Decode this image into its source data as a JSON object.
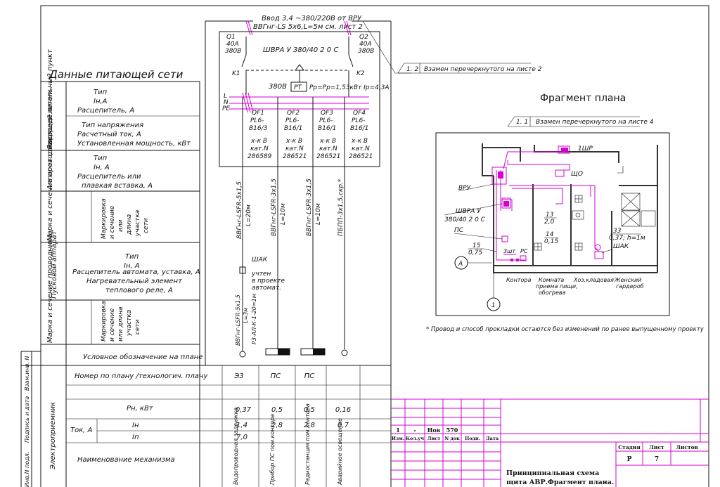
{
  "header": {
    "input_line1": "Ввод 3,4 ~380/220В  от ВРУ",
    "input_line2": "ВВГнг-LS 5х6,L=5м см. лист 2"
  },
  "switches": {
    "q1": [
      "Q1",
      "40А",
      "380В"
    ],
    "q2": [
      "Q2",
      "40А",
      "380В"
    ],
    "k1": "K1",
    "k2": "K2",
    "panel": "ШВРА У 380/40 2 0 С",
    "voltage": "380В",
    "rt": "PT",
    "power": "Рр=Рр=1,53кВт Iр=4,3А"
  },
  "buses": [
    "L",
    "N",
    "PE"
  ],
  "breakers": [
    {
      "name": "QF1",
      "type": "PL6-",
      "rating": "B16/3",
      "contact": "х-к В",
      "kat": "кат.N",
      "num": "286589"
    },
    {
      "name": "QF2",
      "type": "PL6-",
      "rating": "B16/1",
      "contact": "х-к В",
      "kat": "кат.N",
      "num": "286521"
    },
    {
      "name": "QF3",
      "type": "PL6-",
      "rating": "B16/1",
      "contact": "х-к В",
      "kat": "кат.N",
      "num": "286521"
    },
    {
      "name": "QF4",
      "type": "PL6-",
      "rating": "B16/1",
      "contact": "х-к В",
      "kat": "кат.N",
      "num": "286521"
    }
  ],
  "cables": [
    [
      "ВВГнг-LSFR-5х1,5",
      "L=20м"
    ],
    [
      "ВВГнг-LSFR-3х1,5",
      "L=10м"
    ],
    [
      "ВВГнг-LSFR-3х1,5",
      "L=10м"
    ],
    [
      "ПБПП-3х1,5,скр.*"
    ]
  ],
  "shak": {
    "label": "ШАК",
    "note1": "учтен",
    "note2": "в проекте",
    "note3": "автомат.",
    "cable": "ВВГнг-LSFR-5х1,5",
    "len": "L=3м",
    "sub": "Р3-АЛ-К-1-20=1м"
  },
  "revision1": {
    "num": "1. 2",
    "text": "Взамен перечеркнутого на листе 2"
  },
  "revision2": {
    "num": "1. 1",
    "text": "Взамен перечеркнутого на листе 4"
  },
  "table": {
    "title": "Данные питающей сети",
    "groups": [
      "Распределительный пункт",
      "Аппарат отходящей линии",
      "Марка и сечение проводника",
      "Пусковой аппарат",
      "Марка и сечение проводника",
      "Электроприемник"
    ],
    "g1": [
      "Тип",
      "Iн,А",
      "Расцепитель, А",
      "Тип напряжения",
      "Расчетный ток, А",
      "Установленная мощность, кВт"
    ],
    "g2": [
      "Тип",
      "Iн, А",
      "Расцепитель или",
      "плавкая вставка, А"
    ],
    "g3": [
      "Маркировка",
      "и сечение",
      "или",
      "длина",
      "участка",
      "сети"
    ],
    "g4": [
      "Тип",
      "Iн, А",
      "Расцепитель автомата, уставка, А",
      "Нагревательный элемент",
      "теплового реле, А"
    ],
    "g5": [
      "Маркировка",
      "и сечение",
      "или длина",
      "участка",
      "сети"
    ],
    "legend": "Условное обозначение на плане",
    "plan_no": "Номер по плану /технологич. плану",
    "pn": "Рн, кВт",
    "tok": "Ток, А",
    "in": "Iн",
    "ip": "Iп",
    "mech": "Наименование механизма",
    "plan_values": [
      "Э3",
      "ПС",
      "ПС"
    ],
    "pn_values": [
      "0,37",
      "0,5",
      "0,5",
      "0,16"
    ],
    "in_values": [
      "1,4",
      "2,8",
      "2,8",
      "0,7"
    ],
    "ip_values": [
      "7,0"
    ],
    "mech_values": [
      "Водопроводная задвижка",
      "Прибор ПС пом.контора",
      "Радиостанция пом.контора",
      "Аварийное освещение"
    ]
  },
  "side_stamps": [
    "Инв.N подл.",
    "Подпись и дата",
    "Взам.инв. N"
  ],
  "plan": {
    "title": "Фрагмент плана",
    "labels": {
      "shr": "1ШР",
      "shcho": "ЩО",
      "vru": "ВРУ",
      "shvra1": "ШВРА У",
      "shvra2": "380/40 2 0 С",
      "ps": "ПС",
      "n13": "13",
      "n13v": "2,0",
      "n14": "14",
      "n14v": "0,15",
      "n15": "15",
      "n15v": "0,75",
      "n33": "33",
      "n33v": "0,37; h=1м",
      "shak": "ШАК",
      "qty": "3шт",
      "pc": "РС",
      "axisA": "А",
      "axis1": "1"
    },
    "rooms": [
      "Контора",
      "Комната",
      "приема пищи,",
      "обогрева",
      "Хоз.кладовая",
      "Женский",
      "гардероб"
    ],
    "footnote": "* Провод и способ прокладки остаются без изменений по ранее выпущенному проекту"
  },
  "titleblock": {
    "rev": [
      "1",
      "-",
      "Нов",
      "570"
    ],
    "cols": [
      "Изм.",
      "Кол.уч",
      "Лист",
      "N док",
      "Подп.",
      "Дата"
    ],
    "stage_h": "Стадия",
    "sheet_h": "Лист",
    "sheets_h": "Листов",
    "stage": "Р",
    "sheet": "7",
    "title1": "Принципиальная схема",
    "title2": "щита АВР.Фрагмент плана."
  },
  "colors": {
    "accent": "#d400d4",
    "ink": "#111111"
  }
}
